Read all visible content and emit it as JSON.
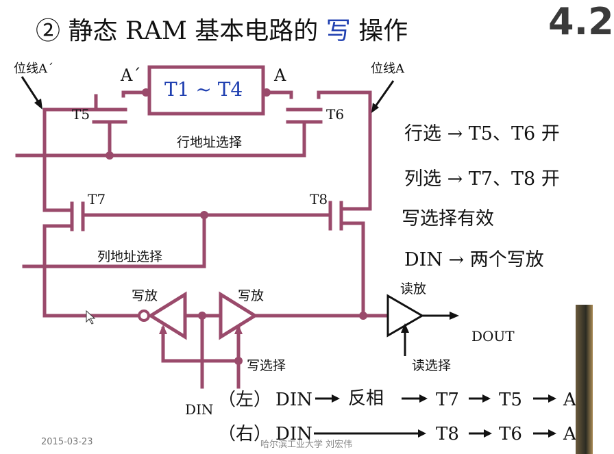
{
  "title": {
    "prefix": "② 静态 RAM 基本电路的 ",
    "highlight": "写",
    "suffix": " 操作"
  },
  "section_number": "4.2",
  "circuit": {
    "cell_label": "T1 ~ T4",
    "node_left": "A´",
    "node_right": "A",
    "bitline_left": "位线A´",
    "bitline_right": "位线A",
    "row_select": "行地址选择",
    "col_select": "列地址选择",
    "write_amp": "写放",
    "read_amp": "读放",
    "write_select": "写选择",
    "read_select": "读选择",
    "t5": "T5",
    "t6": "T6",
    "t7": "T7",
    "t8": "T8",
    "din": "DIN",
    "dout": "DOUT"
  },
  "notes": [
    {
      "text": "行选 → T5、T6 开"
    },
    {
      "text": "列选 → T7、T8 开"
    },
    {
      "text": "写选择有效"
    },
    {
      "text": "DIN → 两个写放"
    }
  ],
  "paths": {
    "left_tag": "（左）",
    "left_invert": "反相",
    "right_tag": "（右）"
  },
  "footer": {
    "date": "2015-03-23",
    "credit": "哈尔滨工业大学 刘宏伟"
  }
}
